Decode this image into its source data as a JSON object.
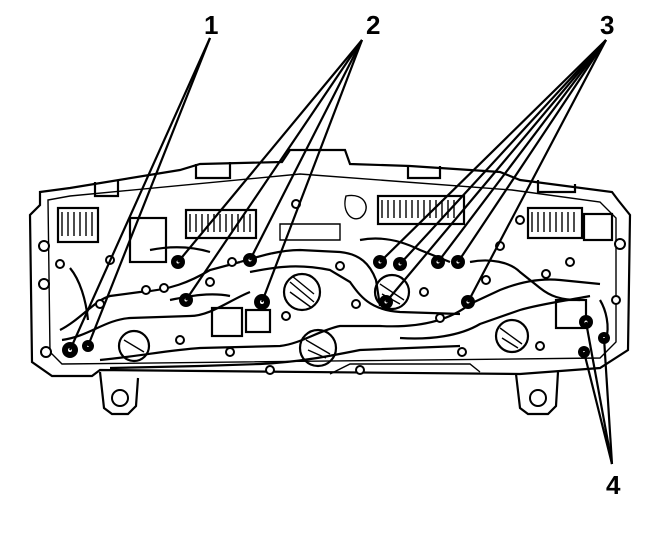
{
  "callouts": {
    "one": "1",
    "two": "2",
    "three": "3",
    "four": "4"
  },
  "colors": {
    "ink": "#000000",
    "paper": "#ffffff"
  }
}
